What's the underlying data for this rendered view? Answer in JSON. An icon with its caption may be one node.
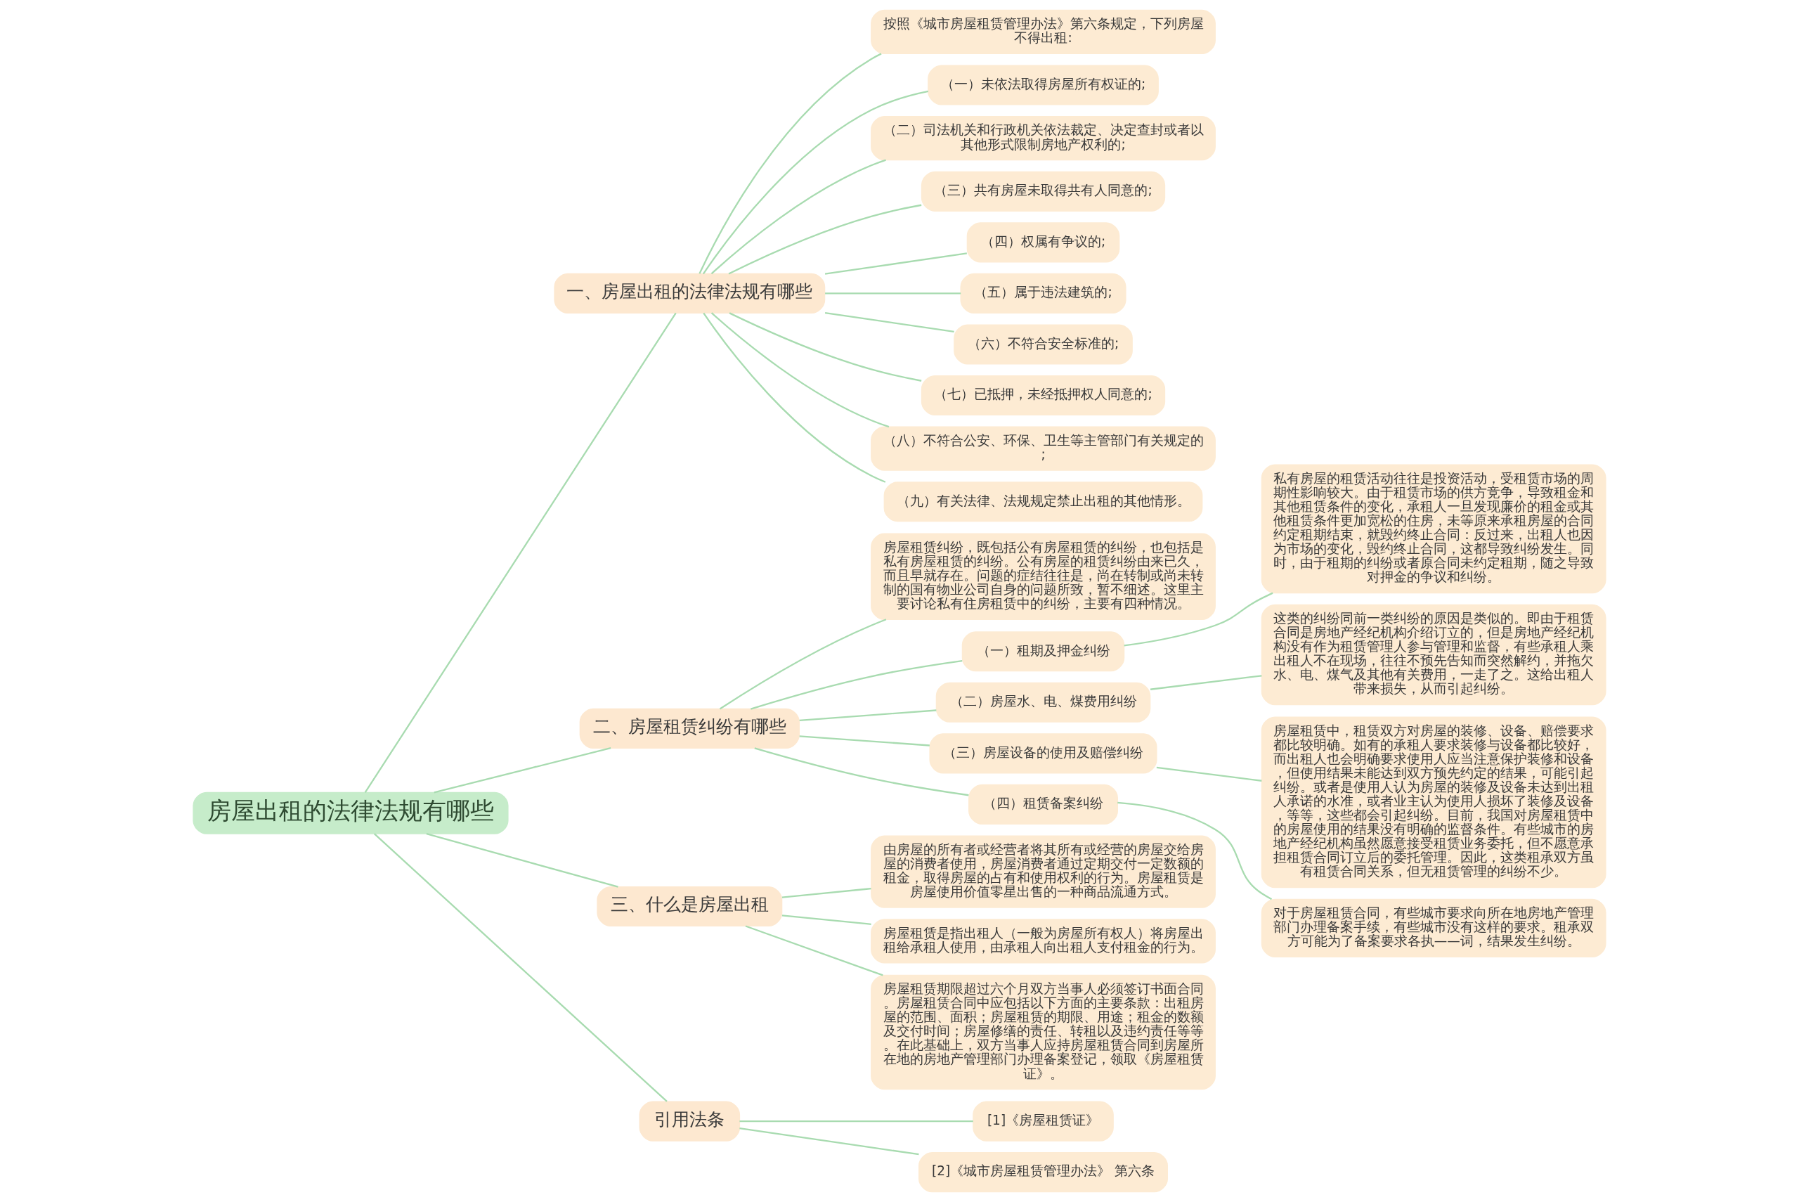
{
  "diagram": {
    "nodes": [
      {
        "text": [
          "房屋出租的法律法规有哪些"
        ]
      },
      {
        "text": [
          "一、房屋出租的法律法规有哪些"
        ]
      },
      {
        "text": [
          "按照《城市房屋租赁管理办法》第六条规定，下列房屋不得出租:"
        ]
      },
      {
        "text": [
          "（一）未依法取得房屋所有权证的;"
        ]
      },
      {
        "text": [
          "（二）司法机关和行政机关依法裁定、决定查封或者以其他形式限制房地产权利的;"
        ]
      },
      {
        "text": [
          "（三）共有房屋未取得共有人同意的;"
        ]
      },
      {
        "text": [
          "（四）权属有争议的;"
        ]
      },
      {
        "text": [
          "（五）属于违法建筑的;"
        ]
      },
      {
        "text": [
          "（六）不符合安全标准的;"
        ]
      },
      {
        "text": [
          "（七）已抵押，未经抵押权人同意的;"
        ]
      },
      {
        "text": [
          "（八）不符合公安、环保、卫生等主管部门有关规定的;"
        ]
      },
      {
        "text": [
          "（九）有关法律、法规规定禁止出租的其他情形。"
        ]
      },
      {
        "text": [
          "二、房屋租赁纠纷有哪些"
        ]
      },
      {
        "text": [
          "房屋租赁纠纷，既包括公有房屋租赁的纠纷，也包括是私有房屋租赁的纠纷。公有房屋的租赁纠纷由来已久，而且早就存在。问题的症结往往是，尚在转制或尚未转制的国有物业公司自身的问题所致，暂不细述。这里主要讨论私有住房租赁中的纠纷，主要有四种情况。"
        ]
      },
      {
        "text": [
          "（一）租期及押金纠纷"
        ]
      },
      {
        "text": [
          "私有房屋的租赁活动往往是投资活动，受租赁市场的周期性影响较大。由于租赁市场的供方竞争，导致租金和其他租赁条件的变化，承租人一旦发现廉价的租金或其他租赁条件更加宽松的住房，未等原来承租房屋的合同约定租期结束，就毁约终止合同：反过来，出租人也因为市场的变化，毁约终止合同，这都导致纠纷发生。同时，由于租期的纠纷或者原合同未约定租期，随之导致对押金的争议和纠纷。"
        ]
      },
      {
        "text": [
          "（二）房屋水、电、煤费用纠纷"
        ]
      },
      {
        "text": [
          "这类的纠纷同前一类纠纷的原因是类似的。即由于租赁合同是房地产经纪机构介绍订立的，但是房地产经纪机构没有作为租赁管理人参与管理和监督，有些承租人乘出租人不在现场，往往不预先告知而突然解约，并拖欠水、电、煤气及其他有关费用，一走了之。这给出租人带来损失，从而引起纠纷。"
        ]
      },
      {
        "text": [
          "（三）房屋设备的使用及赔偿纠纷"
        ]
      },
      {
        "text": [
          "房屋租赁中，租赁双方对房屋的装修、设备、赔偿要求都比较明确。如有的承租人要求装修与设备都比较好，而出租人也会明确要求使用人应当注意保护装修和设备，但使用结果未能达到双方预先约定的结果，可能引起纠纷。或者是使用人认为房屋的装修及设备未达到出租人承诺的水准，或者业主认为使用人损坏了装修及设备，等等，这些都会引起纠纷。目前，我国对房屋租赁中的房屋使用的结果没有明确的监督条件。有些城市的房地产经纪机构虽然愿意接受租赁业务委托，但不愿意承担租赁合同订立后的委托管理。因此，这类租承双方虽有租赁合同关系，但无租赁管理的纠纷不少。"
        ]
      },
      {
        "text": [
          "（四）租赁备案纠纷"
        ]
      },
      {
        "text": [
          "对于房屋租赁合同，有些城市要求向所在地房地产管理部门办理备案手续，有些城市没有这样的要求。租承双方可能为了备案要求各执——词，结果发生纠纷。"
        ]
      },
      {
        "text": [
          "三、什么是房屋出租"
        ]
      },
      {
        "text": [
          "由房屋的所有者或经营者将其所有或经营的房屋交给房屋的消费者使用，房屋消费者通过定期交付一定数额的租金，取得房屋的占有和使用权利的行为。房屋租赁是房屋使用价值零星出售的一种商品流通方式。"
        ]
      },
      {
        "text": [
          "房屋租赁是指出租人（一般为房屋所有权人）将房屋出租给承租人使用，由承租人向出租人支付租金的行为。"
        ]
      },
      {
        "text": [
          "房屋租赁期限超过六个月双方当事人必须签订书面合同。房屋租赁合同中应包括以下方面的主要条款：出租房屋的范围、面积；房屋租赁的期限、用途；租金的数额及交付时间；房屋修缮的责任、转租以及违约责任等等。在此基础上，双方当事人应持房屋租赁合同到房屋所在地的房地产管理部门办理备案登记，领取《房屋租赁证》。"
        ]
      },
      {
        "text": [
          "引用法条"
        ]
      },
      {
        "text": [
          "[1]《房屋租赁证》"
        ]
      },
      {
        "text": [
          "[2]《城市房屋租赁管理办法》 第六条"
        ]
      }
    ],
    "edges": [
      {
        "from": 0,
        "to": 1,
        "arrow": "none"
      },
      {
        "from": 1,
        "to": 2,
        "arrow": "none"
      },
      {
        "from": 1,
        "to": 3,
        "arrow": "none"
      },
      {
        "from": 1,
        "to": 4,
        "arrow": "none"
      },
      {
        "from": 1,
        "to": 5,
        "arrow": "none"
      },
      {
        "from": 1,
        "to": 6,
        "arrow": "none"
      },
      {
        "from": 1,
        "to": 7,
        "arrow": "none"
      },
      {
        "from": 1,
        "to": 8,
        "arrow": "none"
      },
      {
        "from": 1,
        "to": 9,
        "arrow": "none"
      },
      {
        "from": 1,
        "to": 10,
        "arrow": "none"
      },
      {
        "from": 1,
        "to": 11,
        "arrow": "none"
      },
      {
        "from": 0,
        "to": 12,
        "arrow": "none"
      },
      {
        "from": 12,
        "to": 13,
        "arrow": "none"
      },
      {
        "from": 12,
        "to": 14,
        "arrow": "none"
      },
      {
        "from": 14,
        "to": 15,
        "arrow": "none"
      },
      {
        "from": 12,
        "to": 16,
        "arrow": "none"
      },
      {
        "from": 16,
        "to": 17,
        "arrow": "none"
      },
      {
        "from": 12,
        "to": 18,
        "arrow": "none"
      },
      {
        "from": 18,
        "to": 19,
        "arrow": "none"
      },
      {
        "from": 12,
        "to": 20,
        "arrow": "none"
      },
      {
        "from": 20,
        "to": 21,
        "arrow": "none"
      },
      {
        "from": 0,
        "to": 22,
        "arrow": "none"
      },
      {
        "from": 22,
        "to": 23,
        "arrow": "none"
      },
      {
        "from": 22,
        "to": 24,
        "arrow": "none"
      },
      {
        "from": 22,
        "to": 25,
        "arrow": "none"
      },
      {
        "from": 0,
        "to": 26,
        "arrow": "none"
      },
      {
        "from": 26,
        "to": 27,
        "arrow": "none"
      },
      {
        "from": 26,
        "to": 28,
        "arrow": "none"
      }
    ]
  }
}
